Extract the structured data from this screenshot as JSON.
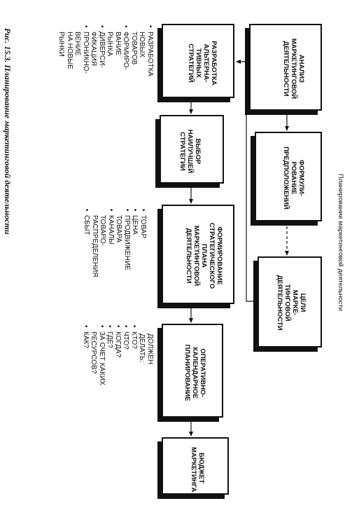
{
  "header_title": "Планирование маркетинговой деятельности",
  "caption": "Рис.  15.3.  Планирование маркетинговой деятельности",
  "boxes": {
    "analysis": "Анализ\nмаркетинговой\nдеятельности",
    "assumptions": "Формули-\nрование\nпредположений",
    "goals": "Цели\nмарке-\nтинговой\nдеятельности",
    "alternatives": "Разработка\nальтерна-\nтивных\nстратегий",
    "best_strategy": "Выбор\nнаилучшей\nстратегии",
    "strategic_plan": "Формирование\nстратегического\nплана\nмаркетинговой\nдеятельности",
    "operational_plan": "Оперативно-\nкалендарное\nпланирование",
    "budget": "Бюджет\nмаркетинга"
  },
  "lists": {
    "alternatives": [
      "Разработка\nновых\nтоваров",
      "Формиро-\nвание\nрынка",
      "Диверси-\nфикация",
      "Проникно-\nвение\nна новые\nрынки"
    ],
    "strategic_plan": [
      "Товар",
      "Цена",
      "Продвижение\nтовара",
      "Каналы\nтоваро-\nраспределения",
      "Сбыт"
    ],
    "operational_plan_header": "Должен\nделать:",
    "operational_plan": [
      "Кто?",
      "Что?",
      "Когда?",
      "Где?",
      "За счет каких\nресурсов?",
      "Как?"
    ]
  }
}
